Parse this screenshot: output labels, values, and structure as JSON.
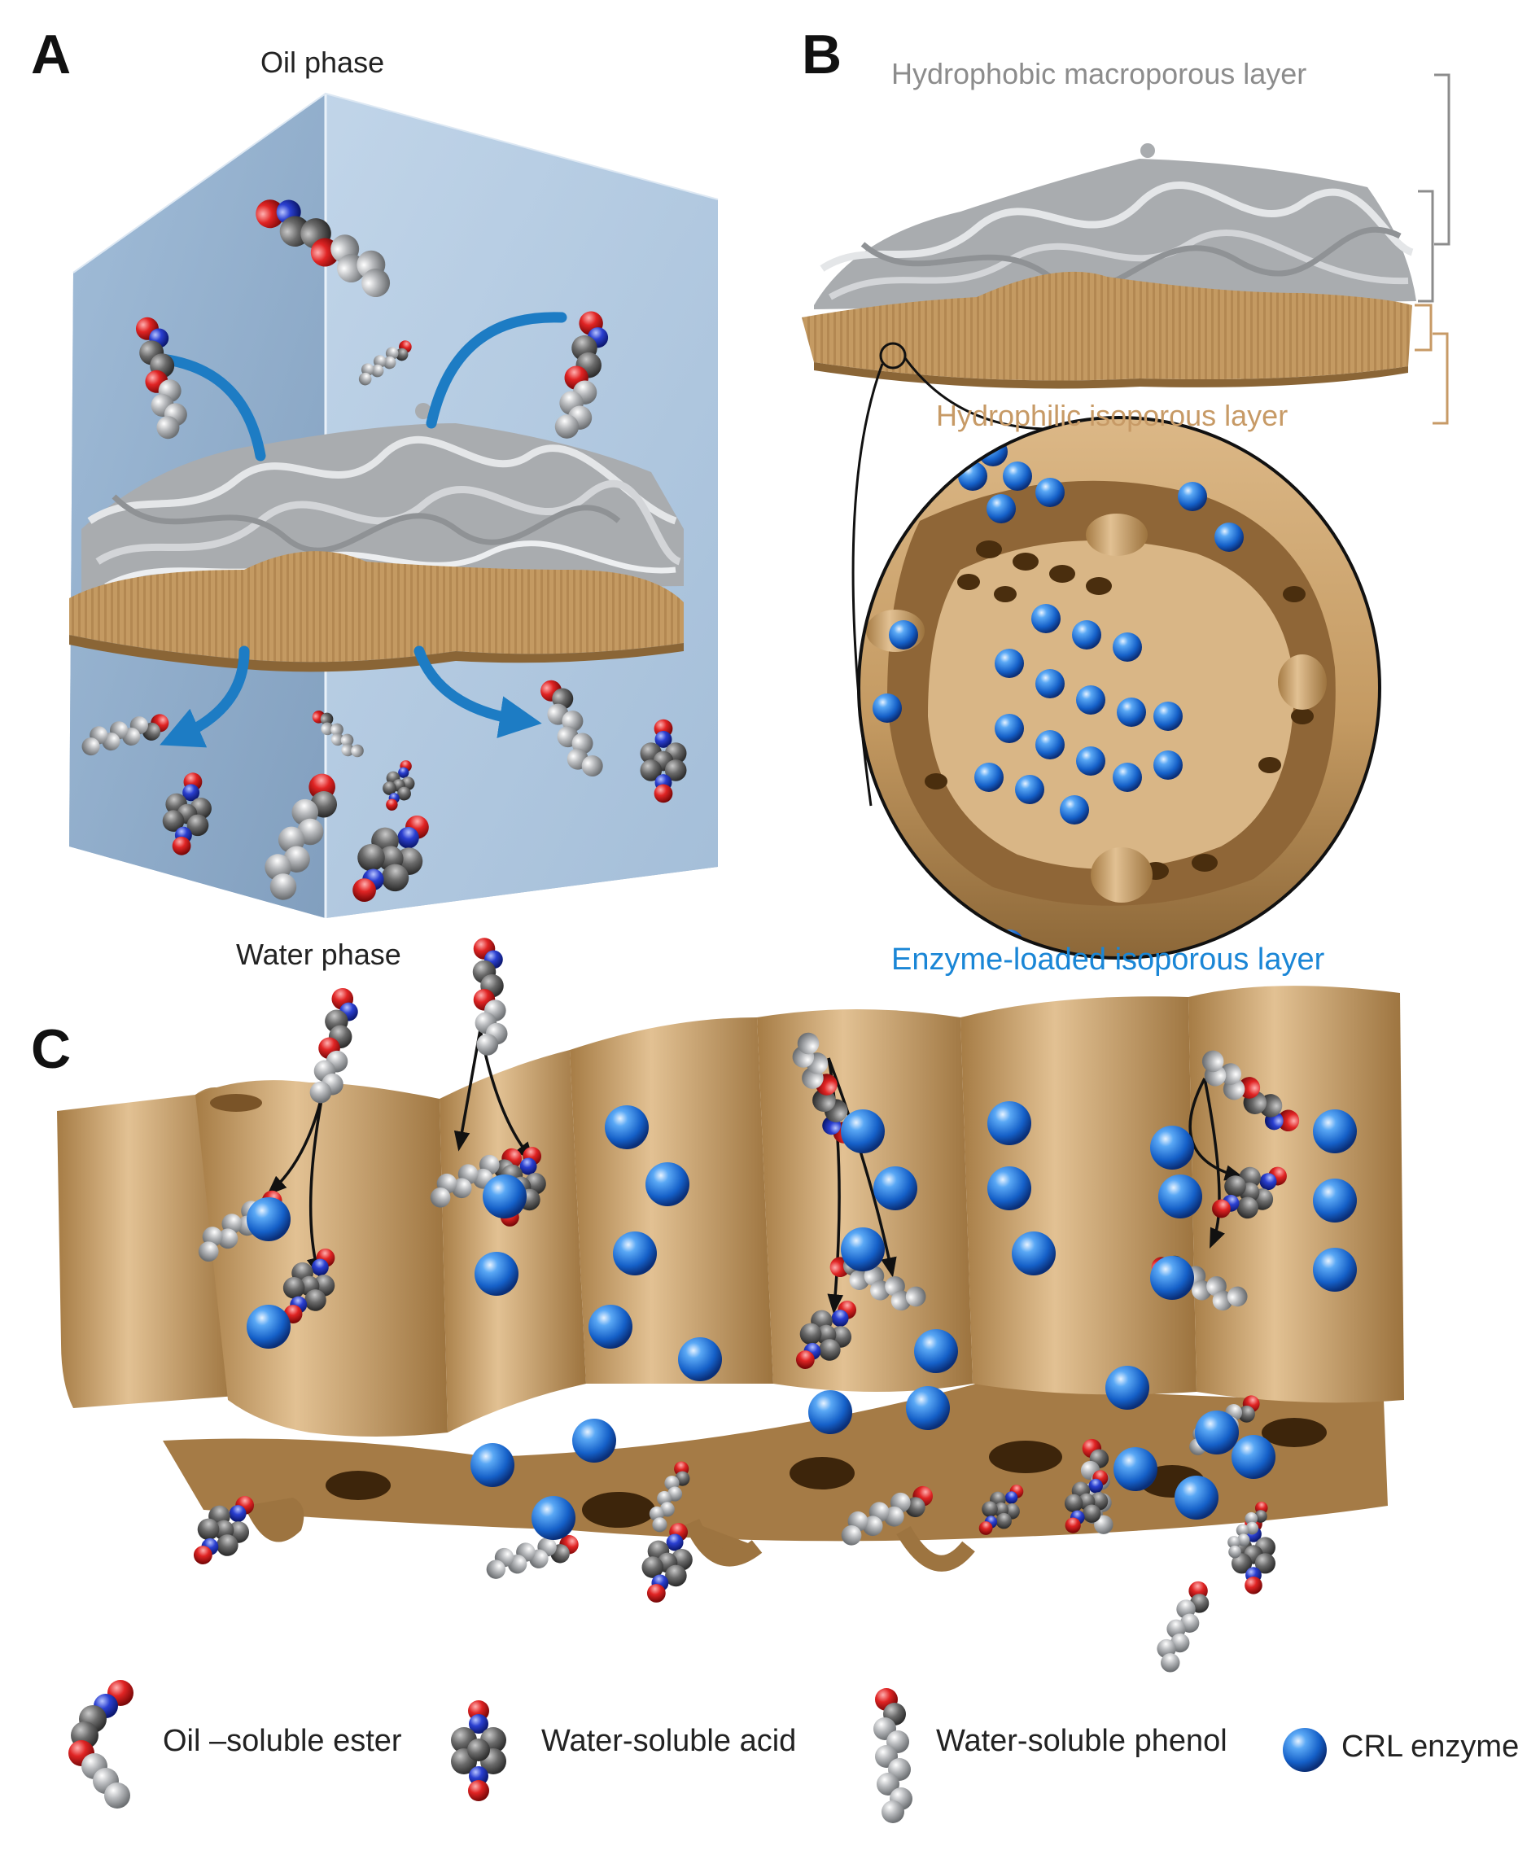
{
  "panels": {
    "a": {
      "letter": "A",
      "top_label": "Oil phase",
      "bottom_label": "Water phase"
    },
    "b": {
      "letter": "B",
      "top_layer_label": "Hydrophobic  macroporous layer",
      "bottom_layer_label": "Hydrophilic isoporous layer",
      "caption": "Enzyme-loaded  isoporous layer"
    },
    "c": {
      "letter": "C"
    }
  },
  "legend": {
    "items": [
      {
        "label": "Oil –soluble ester",
        "icon": "ester-molecule-icon"
      },
      {
        "label": "Water-soluble acid",
        "icon": "acid-molecule-icon"
      },
      {
        "label": "Water-soluble phenol",
        "icon": "phenol-molecule-icon"
      },
      {
        "label": "CRL enzyme",
        "icon": "enzyme-sphere-icon"
      }
    ]
  },
  "colors": {
    "membrane_tan": "#c49a62",
    "membrane_grey": "#a9acaf",
    "enzyme_blue": "#1f78e0",
    "water_box": "#a9c4e0",
    "arrow_blue": "#1d7cc4",
    "bracket_grey": "#8c8c8c",
    "bracket_tan": "#c79a66",
    "caption_blue": "#1a86d6",
    "oxygen_red": "#d42020",
    "nitrogen_blue": "#2040c8"
  }
}
